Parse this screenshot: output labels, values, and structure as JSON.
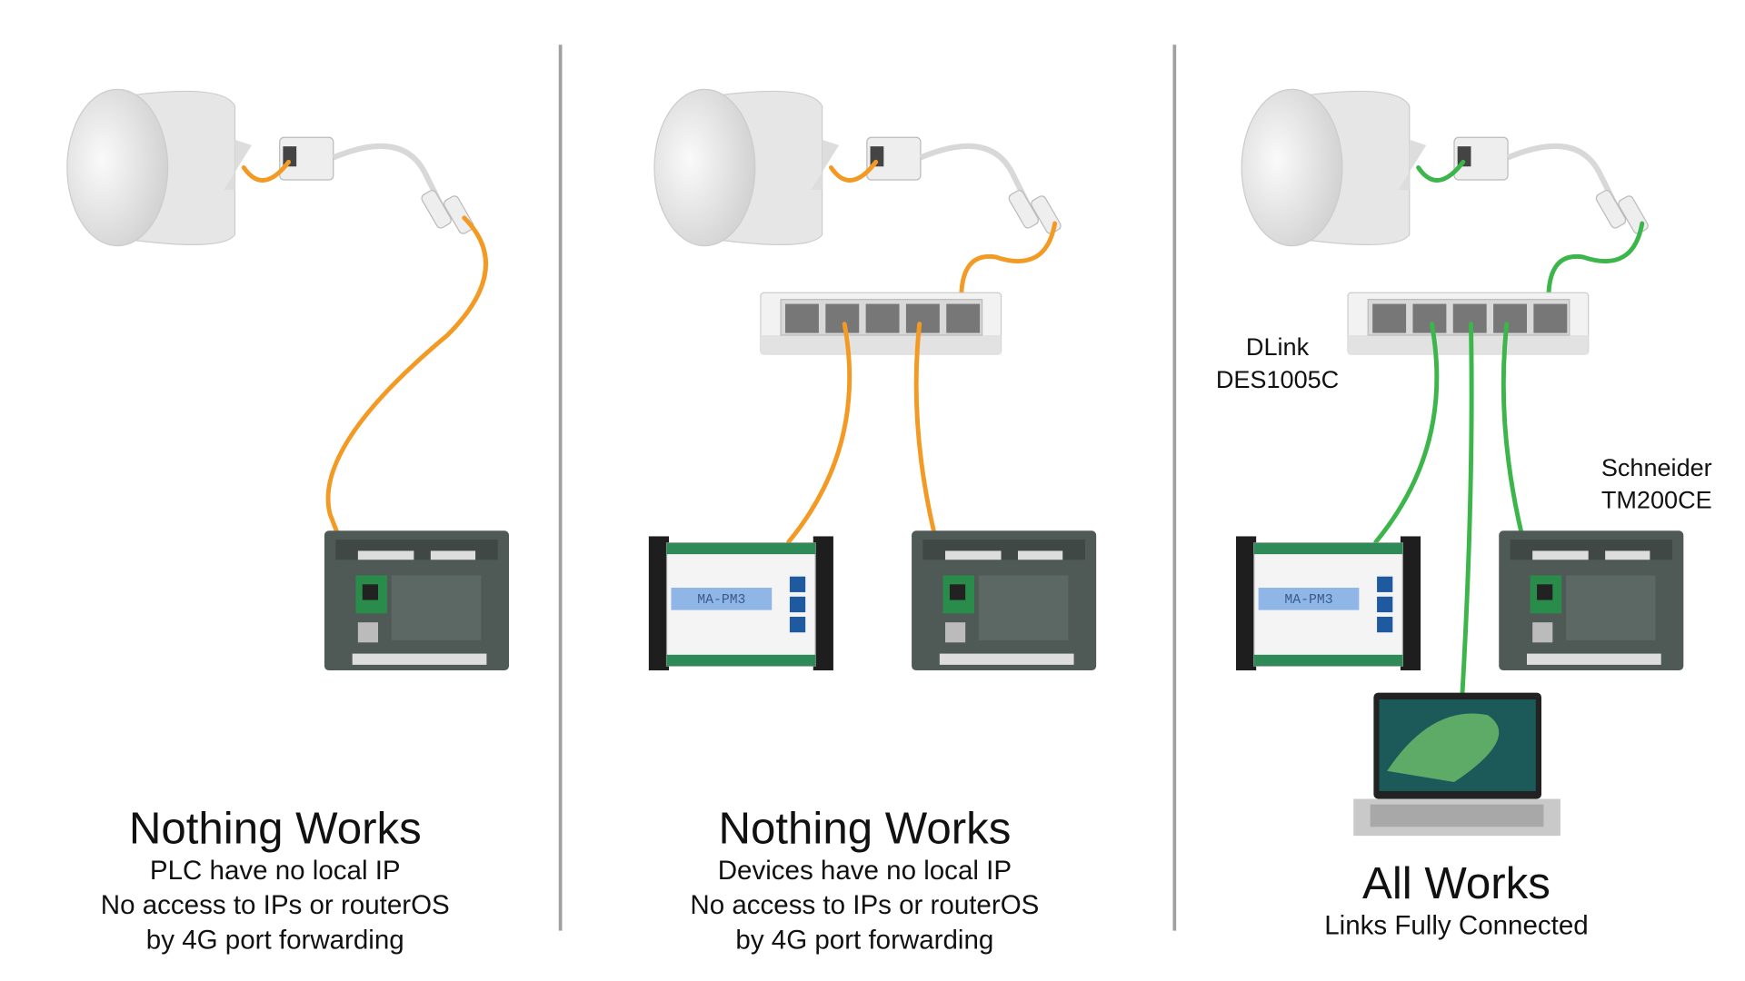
{
  "colors": {
    "cable_fail": "#f39a24",
    "cable_ok": "#3cb54a",
    "divider": "#a0a0a0"
  },
  "panels": [
    {
      "title": "Nothing Works",
      "lines": [
        "PLC have no local IP",
        "No access to IPs or routerOS",
        "by 4G port forwarding"
      ]
    },
    {
      "title": "Nothing Works",
      "lines": [
        "Devices have no local IP",
        "No access to IPs or routerOS",
        "by 4G port forwarding"
      ]
    },
    {
      "title": "All Works",
      "lines": [
        "Links Fully Connected"
      ]
    }
  ],
  "labels": {
    "switch": [
      "DLink",
      "DES1005C"
    ],
    "plc": [
      "Schneider",
      "TM200CE"
    ]
  },
  "device_text": {
    "meter_display": "MA-PM3"
  }
}
